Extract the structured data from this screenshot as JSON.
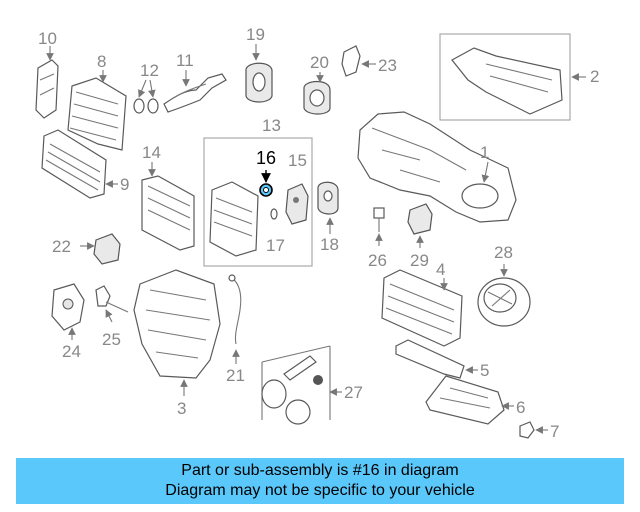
{
  "callouts": [
    "1",
    "2",
    "3",
    "4",
    "5",
    "6",
    "7",
    "8",
    "9",
    "10",
    "11",
    "12",
    "13",
    "14",
    "15",
    "16",
    "17",
    "18",
    "19",
    "20",
    "21",
    "22",
    "23",
    "24",
    "25",
    "26",
    "27",
    "28",
    "29"
  ],
  "highlighted_callout": "16",
  "highlight_color": "#5ac8fa",
  "caption": {
    "line1": "Part or sub-assembly is #16 in diagram",
    "line2": "Diagram may not be specific to your vehicle"
  }
}
